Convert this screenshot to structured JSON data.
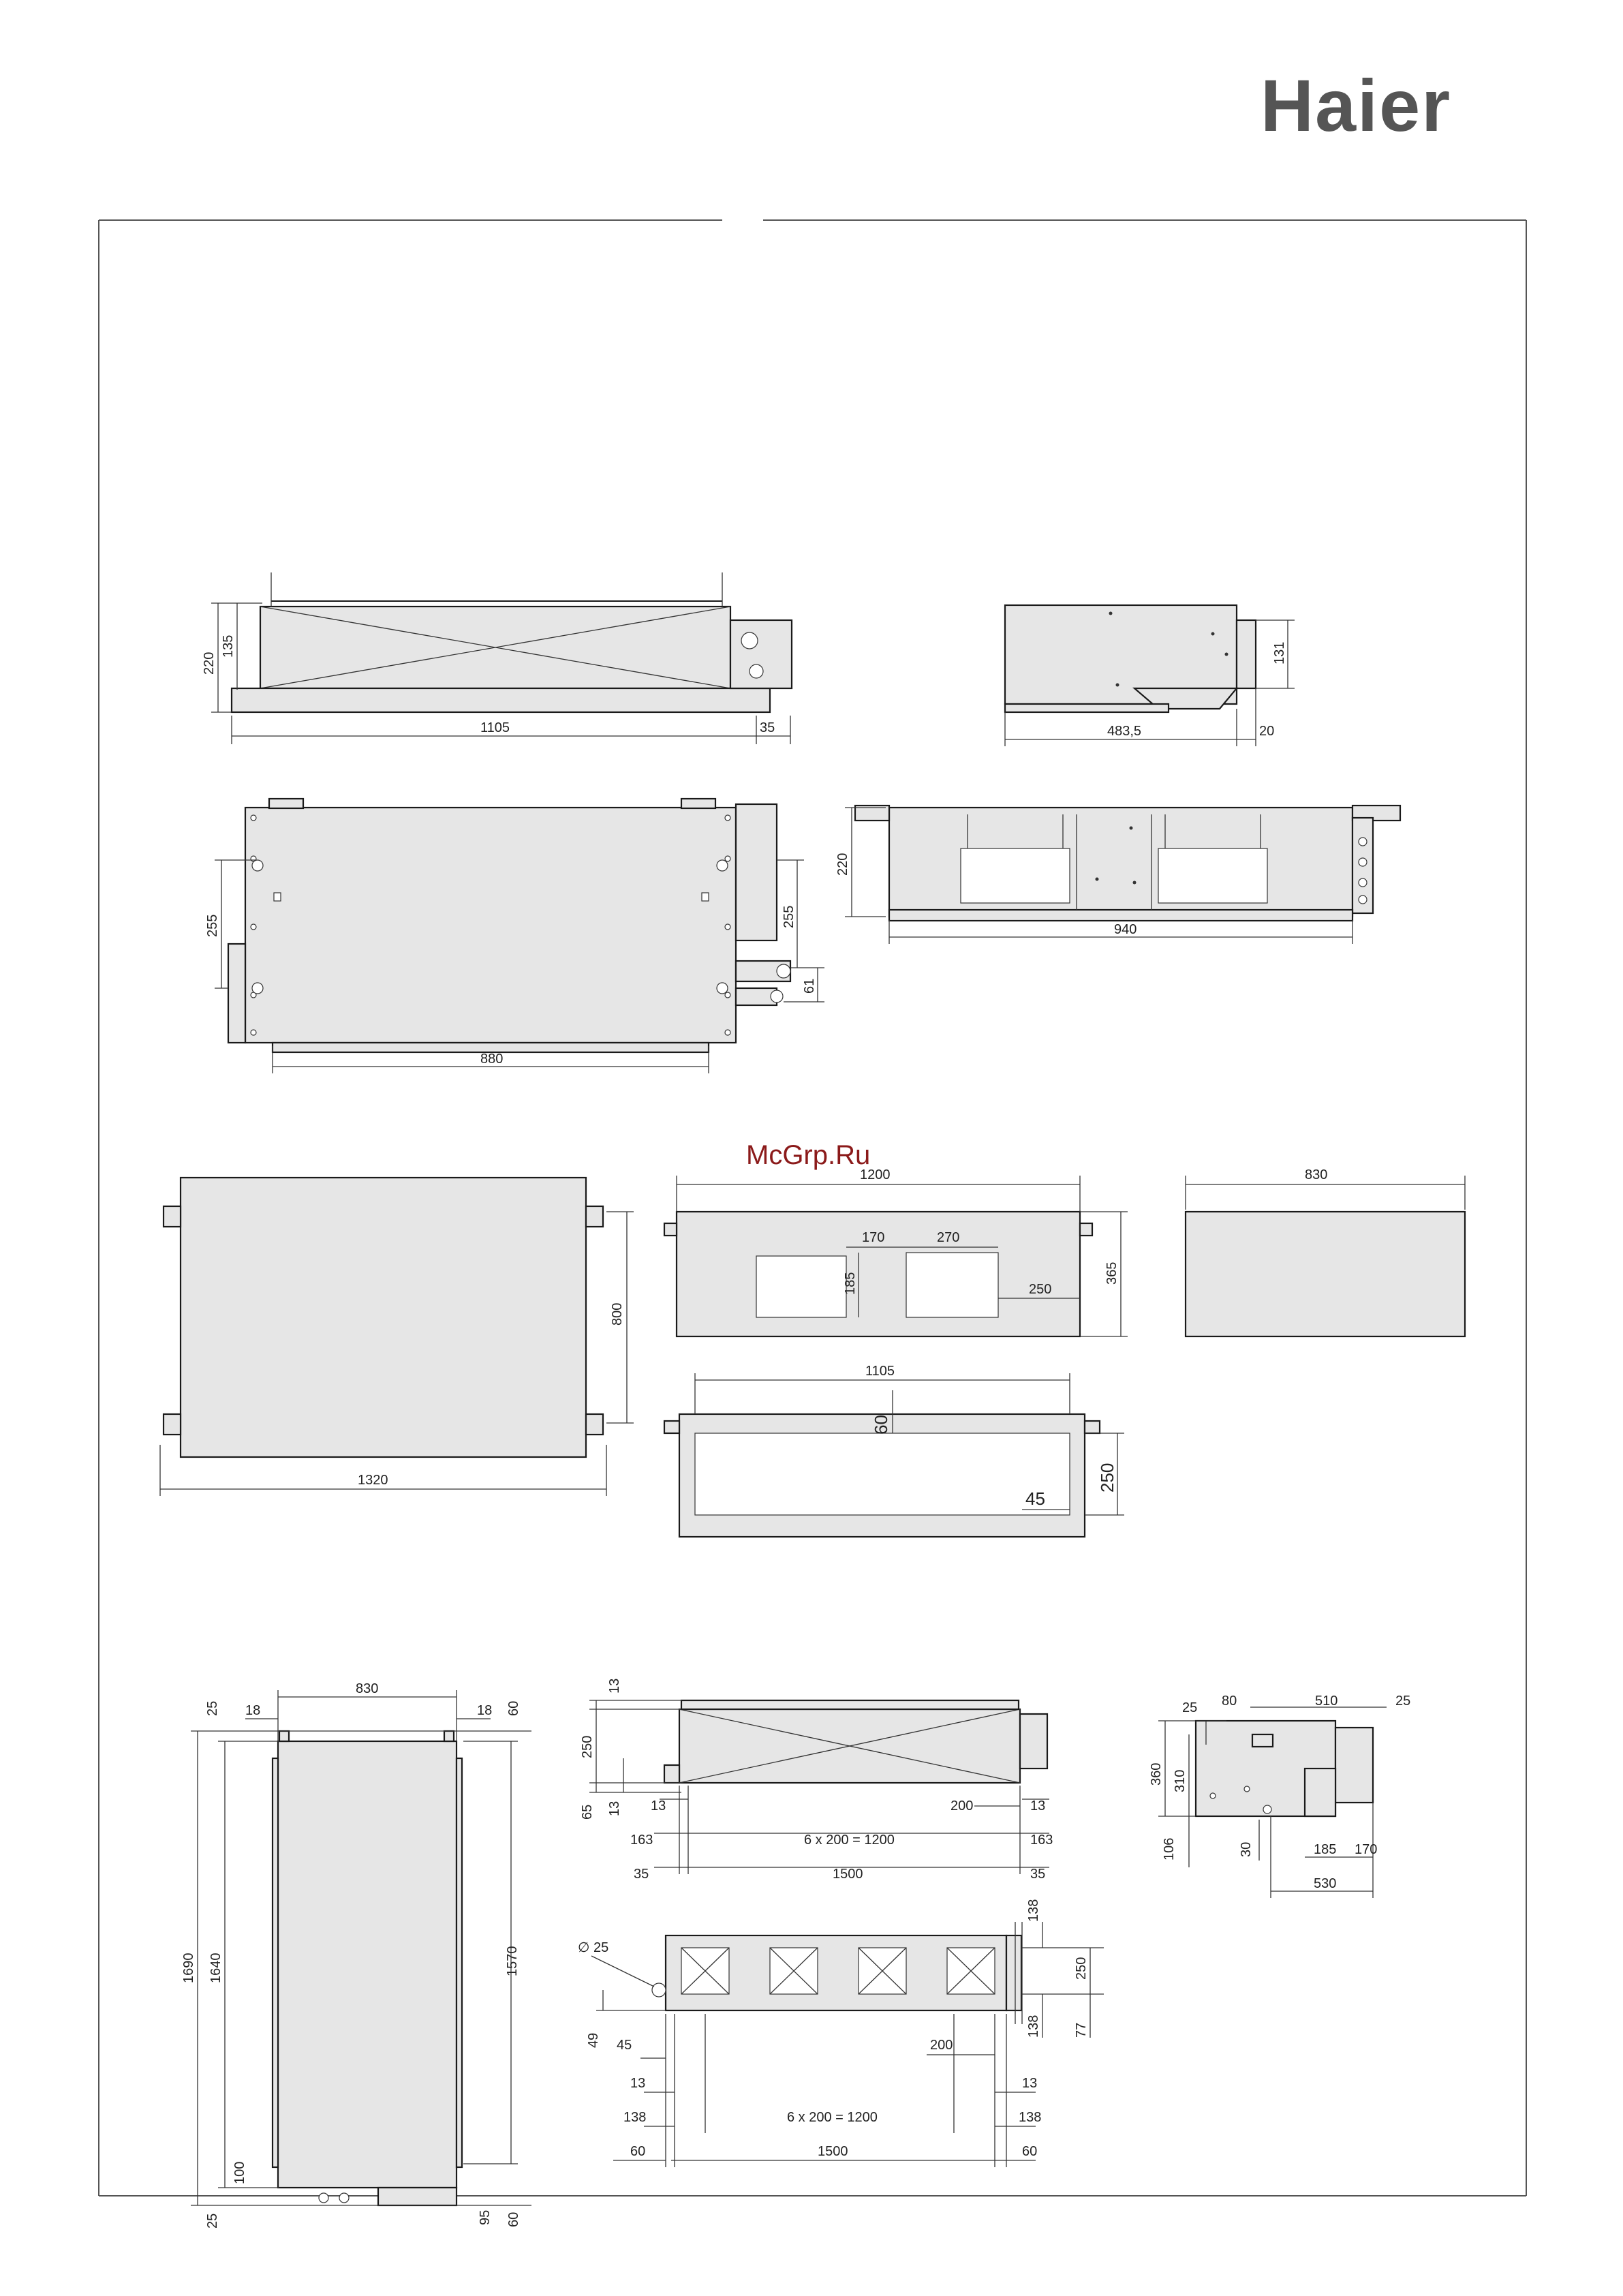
{
  "brand": {
    "logo_text": "Haier"
  },
  "watermark": "McGrp.Ru",
  "colors": {
    "body_fill": "#e6e6e6",
    "line": "#1a1a1a",
    "watermark": "#8b1a1a"
  },
  "dims": {
    "d1105a": "1105",
    "d35a": "35",
    "d220a": "220",
    "d135": "135",
    "d483": "483,5",
    "d20": "20",
    "d131": "131",
    "d255a": "255",
    "d255b": "255",
    "d61": "61",
    "d880": "880",
    "d220b": "220",
    "d940": "940",
    "d1320": "1320",
    "d800": "800",
    "d1200": "1200",
    "d170a": "170",
    "d270": "270",
    "d185a": "185",
    "d250a": "250",
    "d365": "365",
    "d830a": "830",
    "d1105b": "1105",
    "d60a": "60",
    "d45a": "45",
    "d250b": "250",
    "d830b": "830",
    "d25a": "25",
    "d18a": "18",
    "d18b": "18",
    "d60b": "60",
    "d1690": "1690",
    "d1640": "1640",
    "d1570": "1570",
    "d100": "100",
    "d25b": "25",
    "d95": "95",
    "d60c": "60",
    "d13a": "13",
    "d250c": "250",
    "d65": "65",
    "d13b": "13",
    "d13c": "13",
    "d200a": "200",
    "d13d": "13",
    "d163a": "163",
    "d6x200a": "6 x 200 = 1200",
    "d163b": "163",
    "d35b": "35",
    "d1500a": "1500",
    "d35c": "35",
    "d80": "80",
    "d510": "510",
    "d25c": "25",
    "d25d": "25",
    "d360": "360",
    "d310": "310",
    "d106": "106",
    "d30": "30",
    "d185b": "185",
    "d170b": "170",
    "d530": "530",
    "dphi25": "∅ 25",
    "d138a": "138",
    "d250d": "250",
    "d138b": "138",
    "d77": "77",
    "d49": "49",
    "d45b": "45",
    "d200b": "200",
    "d13e": "13",
    "d13f": "13",
    "d138c": "138",
    "d6x200b": "6 x 200 = 1200",
    "d138d": "138",
    "d60d": "60",
    "d1500b": "1500",
    "d60e": "60"
  }
}
